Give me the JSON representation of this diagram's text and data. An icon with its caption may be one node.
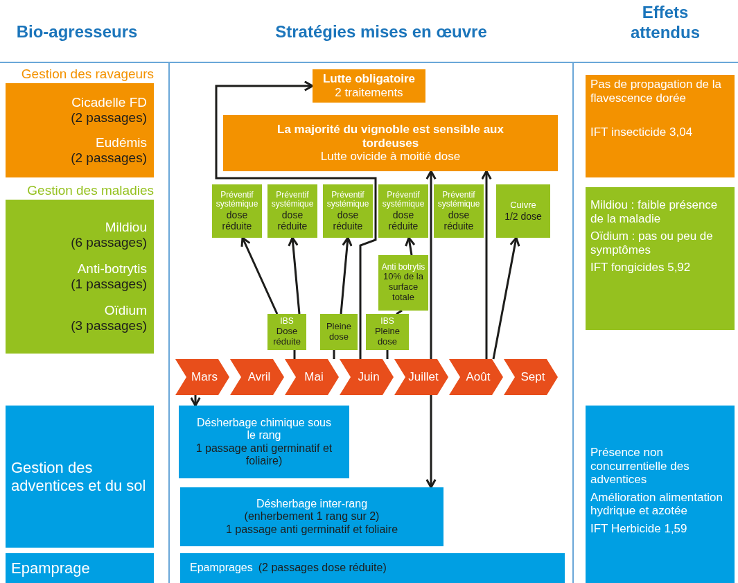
{
  "diagram": {
    "nodes": [
      {
        "text": [
          "Gestion des ravageurs",
          "Cicadelle FD",
          "(2 passages)",
          "Eudémis",
          "(2 passages)"
        ]
      },
      {
        "text": [
          "Gestion des maladies",
          "Mildiou",
          "(6 passages)",
          "Anti-botrytis",
          "(1 passages)",
          "Oïdium",
          "(3 passages)"
        ]
      },
      {
        "text": [
          "Gestion des adventices et du sol"
        ]
      },
      {
        "text": [
          "Epamprage"
        ]
      },
      {
        "text": [
          "Lutte obligatoire",
          "2 traitements"
        ]
      },
      {
        "text": [
          "La majorité du vignoble est sensible aux tordeuses",
          "Lutte ovicide à moitié dose"
        ]
      },
      {
        "text": [
          "Préventif systémique",
          "dose réduite"
        ]
      },
      {
        "text": [
          "Préventif systémique",
          "dose réduite"
        ]
      },
      {
        "text": [
          "Préventif systémique",
          "dose réduite"
        ]
      },
      {
        "text": [
          "Préventif systémique",
          "dose réduite"
        ]
      },
      {
        "text": [
          "Préventif systémique",
          "dose réduite"
        ]
      },
      {
        "text": [
          "Cuivre",
          "1/2 dose"
        ]
      },
      {
        "text": [
          "Anti botrytis",
          "10% de la surface totale"
        ]
      },
      {
        "text": [
          "IBS",
          "Dose réduite"
        ]
      },
      {
        "text": [
          "Pleine dose"
        ]
      },
      {
        "text": [
          "IBS",
          "Pleine dose"
        ]
      },
      {
        "text": [
          "Mars"
        ]
      },
      {
        "text": [
          "Avril"
        ]
      },
      {
        "text": [
          "Mai"
        ]
      },
      {
        "text": [
          "Juin"
        ]
      },
      {
        "text": [
          "Juillet"
        ]
      },
      {
        "text": [
          "Août"
        ]
      },
      {
        "text": [
          "Sept"
        ]
      },
      {
        "text": [
          "Désherbage chimique sous le rang",
          "1 passage anti germinatif et foliaire)"
        ]
      },
      {
        "text": [
          "Désherbage inter-rang",
          "(enherbement 1 rang sur 2)",
          "1 passage anti germinatif et foliaire"
        ]
      },
      {
        "text": [
          "Epamprages",
          "(2 passages dose réduite)"
        ]
      },
      {
        "text": [
          "Pas de propagation de la flavescence dorée",
          "IFT insecticide 3,04"
        ]
      },
      {
        "text": [
          "Mildiou : faible présence de la maladie",
          "Oïdium : pas ou peu de symptômes",
          "IFT fongicides 5,92"
        ]
      },
      {
        "text": [
          "Présence non concurrentielle des adventices",
          "Amélioration alimentation hydrique et azotée",
          "IFT Herbicide 1,59"
        ]
      }
    ],
    "edges": [
      {
        "from": 16,
        "to": 23,
        "arrow": "to"
      },
      {
        "from": 18,
        "to": 13,
        "arrow": "none"
      },
      {
        "from": 13,
        "to": 6,
        "arrow": "to"
      },
      {
        "from": 13,
        "to": 7,
        "arrow": "to"
      },
      {
        "from": 18,
        "to": 14,
        "arrow": "none"
      },
      {
        "from": 14,
        "to": 8,
        "arrow": "to"
      },
      {
        "from": 19,
        "to": 15,
        "arrow": "none"
      },
      {
        "from": 15,
        "to": 12,
        "arrow": "none"
      },
      {
        "from": 12,
        "to": 9,
        "arrow": "to"
      },
      {
        "from": 19,
        "to": 4,
        "arrow": "to"
      },
      {
        "from": 20,
        "to": 5,
        "arrow": "to"
      },
      {
        "from": 20,
        "to": 24,
        "arrow": "to"
      },
      {
        "from": 21,
        "to": 5,
        "arrow": "to"
      },
      {
        "from": 21,
        "to": 11,
        "arrow": "to"
      }
    ],
    "labels": [
      "Bio-agresseurs",
      "Stratégies mises en œuvre",
      "Effets attendus"
    ]
  }
}
